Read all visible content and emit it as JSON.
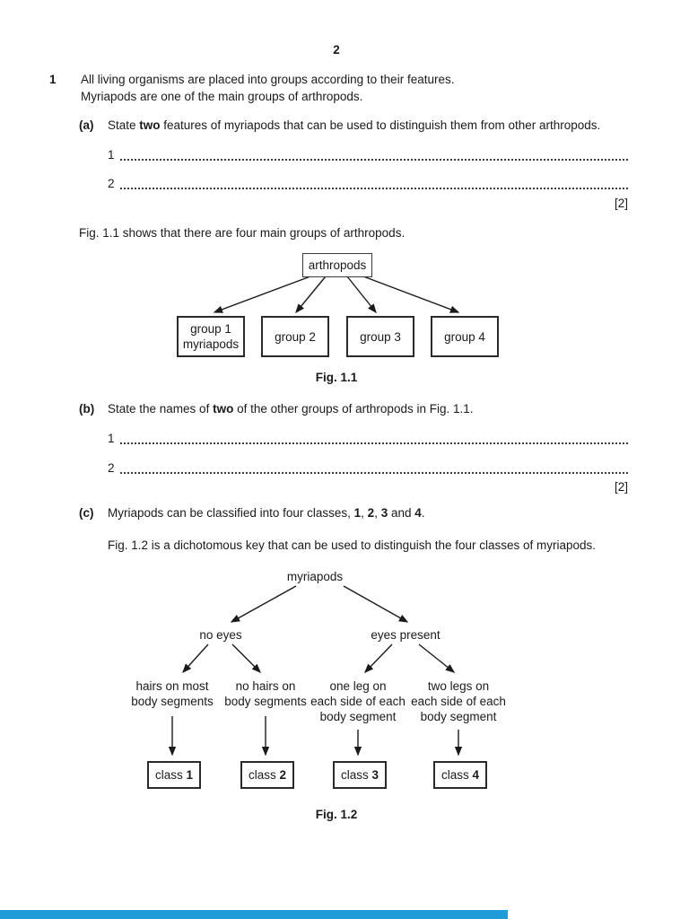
{
  "page": {
    "number": "2"
  },
  "question": {
    "number": "1",
    "intro_line1": "All living organisms are placed into groups according to their features.",
    "intro_line2": "Myriapods are one of the main groups of arthropods."
  },
  "part_a": {
    "label": "(a)",
    "text_pre": "State ",
    "text_bold": "two",
    "text_post": " features of myriapods that can be used to distinguish them from other arthropods.",
    "line1_num": "1",
    "line2_num": "2",
    "marks": "[2]"
  },
  "fig11": {
    "intro": "Fig. 1.1 shows that there are four main groups of arthropods.",
    "root_label": "arthropods",
    "groups": [
      {
        "line1": "group 1",
        "line2": "myriapods"
      },
      {
        "line1": "group 2"
      },
      {
        "line1": "group 3"
      },
      {
        "line1": "group 4"
      }
    ],
    "caption": "Fig. 1.1"
  },
  "part_b": {
    "label": "(b)",
    "text_pre": "State the names of ",
    "text_bold": "two",
    "text_post": " of the other groups of arthropods in Fig. 1.1.",
    "line1_num": "1",
    "line2_num": "2",
    "marks": "[2]"
  },
  "part_c": {
    "label": "(c)",
    "text_pre": "Myriapods can be classified into four classes, ",
    "num1": "1",
    "sep1": ", ",
    "num2": "2",
    "sep2": ", ",
    "num3": "3",
    "sep3": " and ",
    "num4": "4",
    "text_end": ".",
    "fig_intro": "Fig. 1.2 is a dichotomous key that can be used to distinguish the four classes of myriapods."
  },
  "fig12": {
    "root_label": "myriapods",
    "branch_left": "no eyes",
    "branch_right": "eyes present",
    "leaves": [
      {
        "lines": [
          "hairs on most",
          "body segments"
        ]
      },
      {
        "lines": [
          "no hairs on",
          "body segments"
        ]
      },
      {
        "lines": [
          "one leg on",
          "each side of each",
          "body segment"
        ]
      },
      {
        "lines": [
          "two legs on",
          "each side of each",
          "body segment"
        ]
      }
    ],
    "classes": [
      {
        "prefix": "class ",
        "num": "1"
      },
      {
        "prefix": "class ",
        "num": "2"
      },
      {
        "prefix": "class ",
        "num": "3"
      },
      {
        "prefix": "class ",
        "num": "4"
      }
    ],
    "caption": "Fig. 1.2"
  },
  "footer": {
    "bar_color": "#1e9cd7"
  }
}
